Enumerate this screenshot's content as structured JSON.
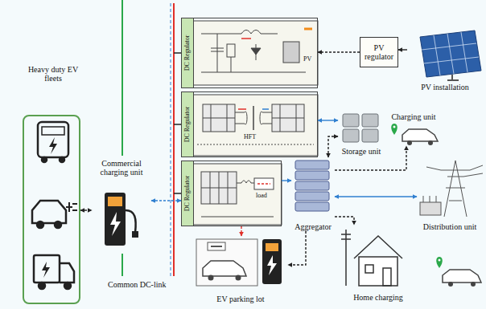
{
  "diagram": {
    "nodes": [
      {
        "text": [
          "Heavy duty EV fleets"
        ]
      },
      {
        "text": [
          "Commercial charging unit"
        ]
      },
      {
        "text": [
          "DC Regulator"
        ]
      },
      {
        "text": [
          "PV regulator"
        ]
      },
      {
        "text": [
          "PV installation"
        ]
      },
      {
        "text": [
          "DC Regulator"
        ]
      },
      {
        "text": [
          "Charging unit"
        ]
      },
      {
        "text": [
          "Storage unit"
        ]
      },
      {
        "text": [
          "DC Regulator"
        ]
      },
      {
        "text": [
          "Aggregator"
        ]
      },
      {
        "text": [
          "Distribution unit"
        ]
      },
      {
        "text": [
          "EV parking lot"
        ]
      },
      {
        "text": [
          "Home charging"
        ]
      }
    ],
    "edges": [
      {
        "from": 0,
        "to": 1,
        "arrow": "both"
      },
      {
        "from": 1,
        "to": 8,
        "arrow": "both"
      },
      {
        "from": 4,
        "to": 3,
        "arrow": "to"
      },
      {
        "from": 3,
        "to": 2,
        "arrow": "to"
      },
      {
        "from": 5,
        "to": 7,
        "arrow": "both"
      },
      {
        "from": 9,
        "to": 7,
        "arrow": "both"
      },
      {
        "from": 9,
        "to": 6,
        "arrow": "to"
      },
      {
        "from": 8,
        "to": 9,
        "arrow": "to"
      },
      {
        "from": 9,
        "to": 10,
        "arrow": "both"
      },
      {
        "from": 8,
        "to": 11,
        "arrow": "to"
      },
      {
        "from": 9,
        "to": 11,
        "arrow": "to"
      },
      {
        "from": 9,
        "to": 12,
        "arrow": "to"
      }
    ],
    "labels": [
      "PV",
      "HFT",
      "load",
      "Common DC-link"
    ]
  }
}
